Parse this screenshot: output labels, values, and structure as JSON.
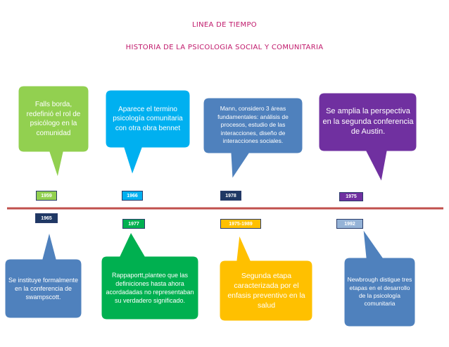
{
  "header": {
    "title": "LINEA DE TIEMPO",
    "subtitle": "HISTORIA DE LA PSICOLOGIA SOCIAL Y COMUNITARIA"
  },
  "colors": {
    "title": "#c0196b",
    "timeline": "#c0504d",
    "green": "#92d050",
    "cyan": "#00b0f0",
    "blue": "#4f81bd",
    "purple": "#7030a0",
    "yellow": "#ffc000",
    "steel": "#95b3d7",
    "navy": "#1f3864"
  },
  "events_top": [
    {
      "year": "1959",
      "text": "Falls borda, redefinió el rol de psicólogo en la comunidad"
    },
    {
      "year": "1966",
      "text": "Aparece el termino psicología comunitaria con otra obra bennet"
    },
    {
      "year": "1978",
      "text": "Mann, considero 3 áreas fundamentales: análisis de procesos, estudio de las interacciones, diseño de interacciones sociales."
    },
    {
      "year": "1975",
      "text": "Se amplia la perspectiva en la segunda conferencia de Austin."
    }
  ],
  "events_bottom": [
    {
      "year": "1965",
      "text": "Se instituye formalmente en la conferencia de swampscott."
    },
    {
      "year": "1977",
      "text": "Rappaportt,planteo que las definiciones hasta ahora acordadadas no representaban su verdadero significado."
    },
    {
      "year": "1975-1989",
      "text": "Segunda etapa caracterizada por el enfasis preventivo en la salud"
    },
    {
      "year": "1992",
      "text": "Newbrough distigue tres etapas en el desarrollo de la psicología comunitaria"
    }
  ]
}
